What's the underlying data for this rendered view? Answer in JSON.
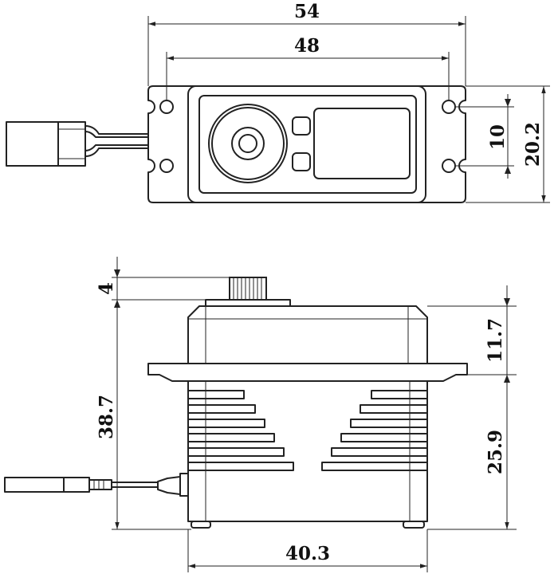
{
  "top_view": {
    "dim_overall_width": "54",
    "dim_hole_spacing": "48",
    "dim_hole_pitch": "10",
    "dim_overall_height": "20.2"
  },
  "side_view": {
    "dim_spline_height": "4",
    "dim_upper_case": "11.7",
    "dim_body_height": "38.7",
    "dim_lower_case": "25.9",
    "dim_body_width": "40.3"
  },
  "colors": {
    "line": "#222222",
    "background": "#ffffff"
  }
}
